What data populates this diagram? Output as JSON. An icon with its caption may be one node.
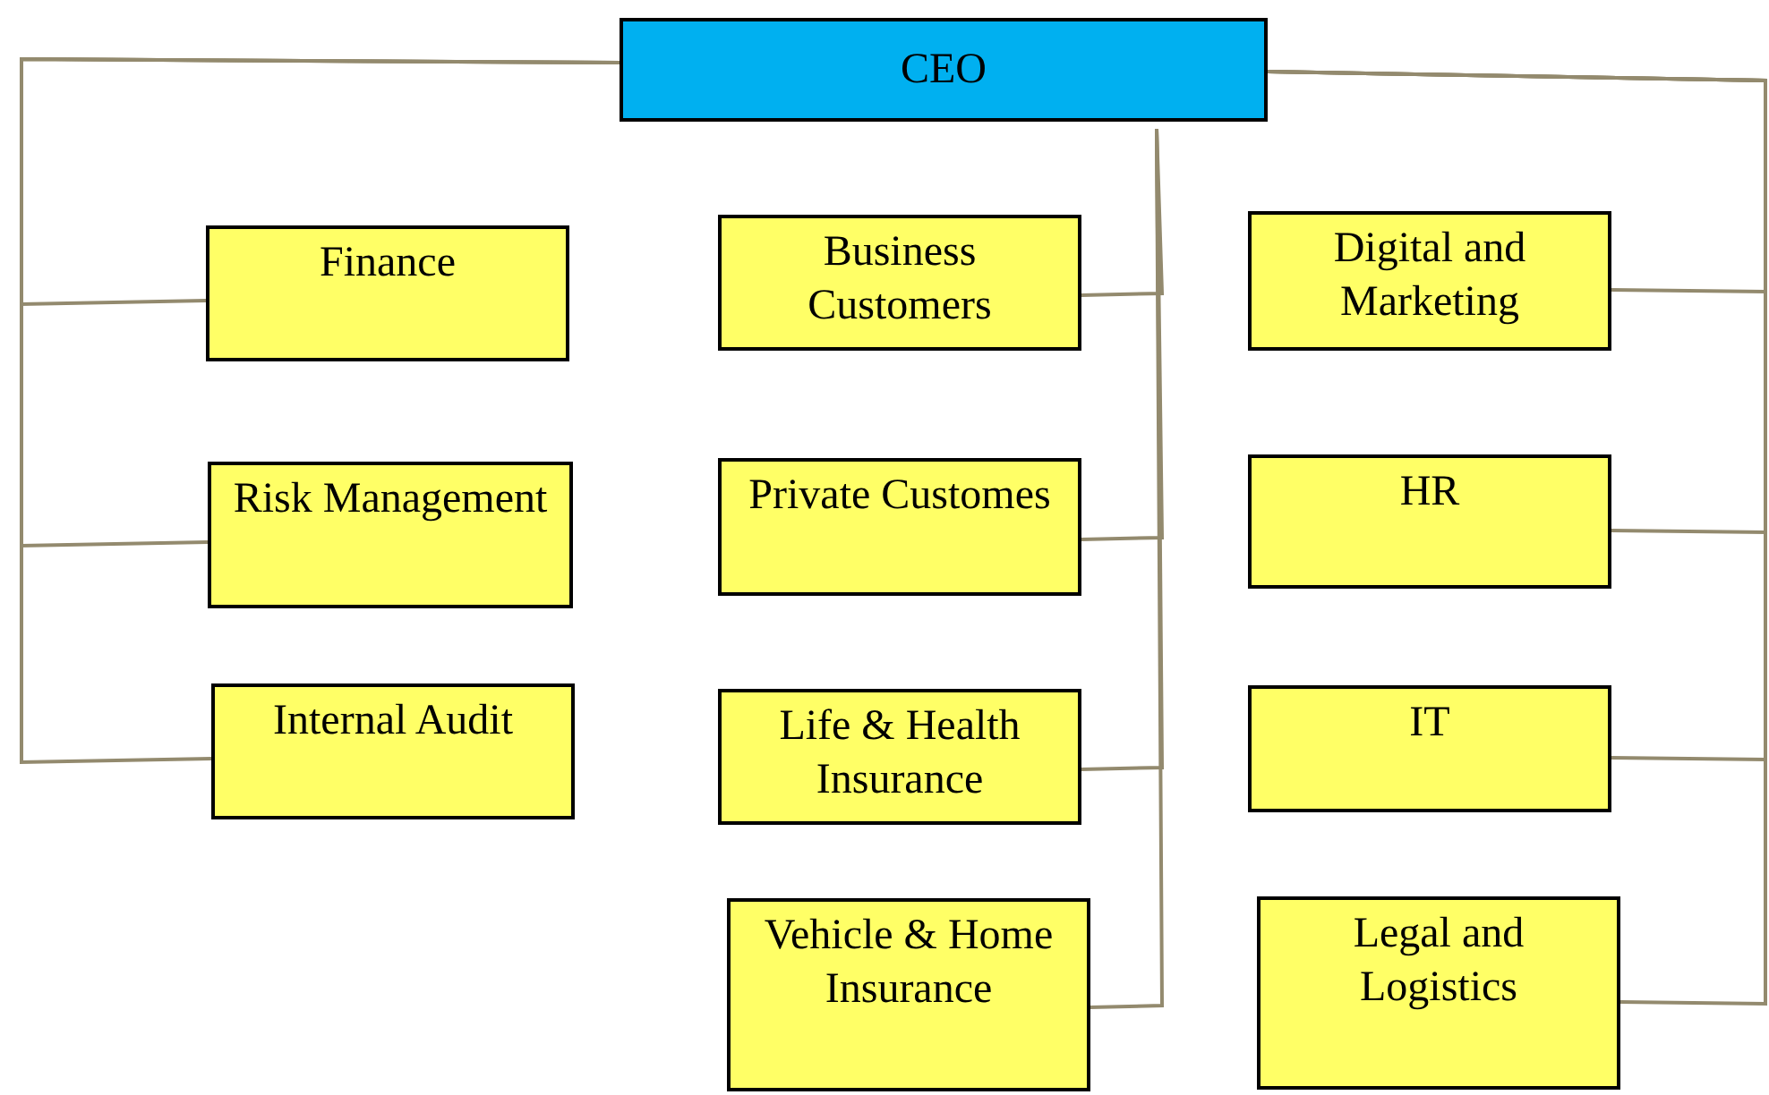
{
  "diagram": {
    "nodes": [
      {
        "text": [
          "CEO"
        ]
      },
      {
        "text": [
          "Finance"
        ]
      },
      {
        "text": [
          "Risk Management"
        ]
      },
      {
        "text": [
          "Internal Audit"
        ]
      },
      {
        "text": [
          "Business Customers"
        ]
      },
      {
        "text": [
          "Private Customes"
        ]
      },
      {
        "text": [
          "Life & Health Insurance"
        ]
      },
      {
        "text": [
          "Vehicle & Home Insurance"
        ]
      },
      {
        "text": [
          "Digital and Marketing"
        ]
      },
      {
        "text": [
          "HR"
        ]
      },
      {
        "text": [
          "IT"
        ]
      },
      {
        "text": [
          "Legal and Logistics"
        ]
      }
    ],
    "edges": [
      {
        "from": 0,
        "to": 1,
        "arrow": "none"
      },
      {
        "from": 0,
        "to": 2,
        "arrow": "none"
      },
      {
        "from": 0,
        "to": 3,
        "arrow": "none"
      },
      {
        "from": 0,
        "to": 4,
        "arrow": "none"
      },
      {
        "from": 0,
        "to": 5,
        "arrow": "none"
      },
      {
        "from": 0,
        "to": 6,
        "arrow": "none"
      },
      {
        "from": 0,
        "to": 7,
        "arrow": "none"
      },
      {
        "from": 0,
        "to": 8,
        "arrow": "none"
      },
      {
        "from": 0,
        "to": 9,
        "arrow": "none"
      },
      {
        "from": 0,
        "to": 10,
        "arrow": "none"
      },
      {
        "from": 0,
        "to": 11,
        "arrow": "none"
      }
    ]
  }
}
